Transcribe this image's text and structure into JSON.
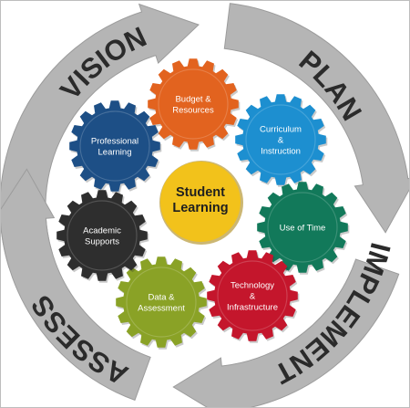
{
  "cycle": {
    "phases": [
      {
        "label": "VISION"
      },
      {
        "label": "PLAN"
      },
      {
        "label": "IMPLEMENT"
      },
      {
        "label": "ASSESS"
      }
    ]
  },
  "center": {
    "lines": [
      "Student",
      "Learning"
    ],
    "color": "#f2c21b"
  },
  "gears": [
    {
      "id": "budget",
      "lines": [
        "Budget &",
        "Resources"
      ],
      "color": "#e2631f"
    },
    {
      "id": "curriculum",
      "lines": [
        "Curriculum",
        "&",
        "Instruction"
      ],
      "color": "#1d8fd0"
    },
    {
      "id": "time",
      "lines": [
        "Use of Time"
      ],
      "color": "#12795a"
    },
    {
      "id": "technology",
      "lines": [
        "Technology",
        "&",
        "Infrastructure"
      ],
      "color": "#c4162c"
    },
    {
      "id": "data",
      "lines": [
        "Data &",
        "Assessment"
      ],
      "color": "#8aa226"
    },
    {
      "id": "academic",
      "lines": [
        "Academic",
        "Supports"
      ],
      "color": "#2e2e2e"
    },
    {
      "id": "professional",
      "lines": [
        "Professional",
        "Learning"
      ],
      "color": "#1d4f86"
    }
  ],
  "colors": {
    "arrow": "#b5b5b5",
    "arrow_edge": "#9c9c9c"
  }
}
